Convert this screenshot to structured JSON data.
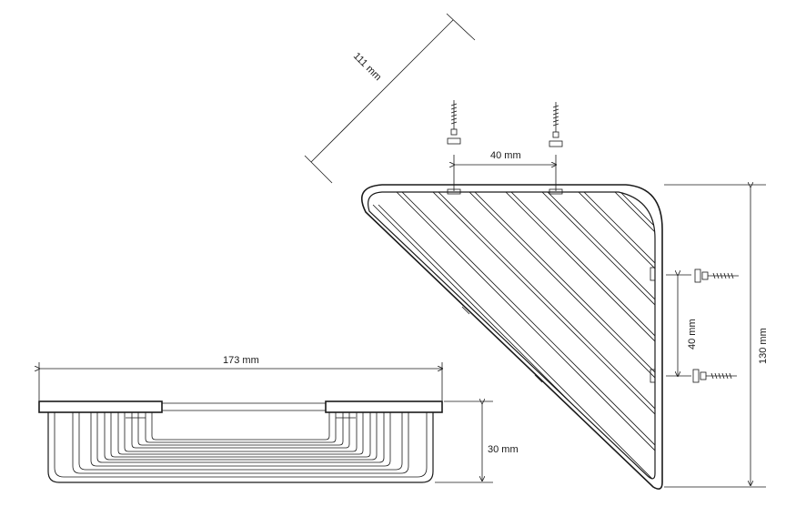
{
  "dimensions": {
    "diagonal_depth": "111 mm",
    "top_screw_spacing": "40 mm",
    "side_screw_spacing": "40 mm",
    "height": "130 mm",
    "width": "173 mm",
    "depth": "30 mm"
  }
}
